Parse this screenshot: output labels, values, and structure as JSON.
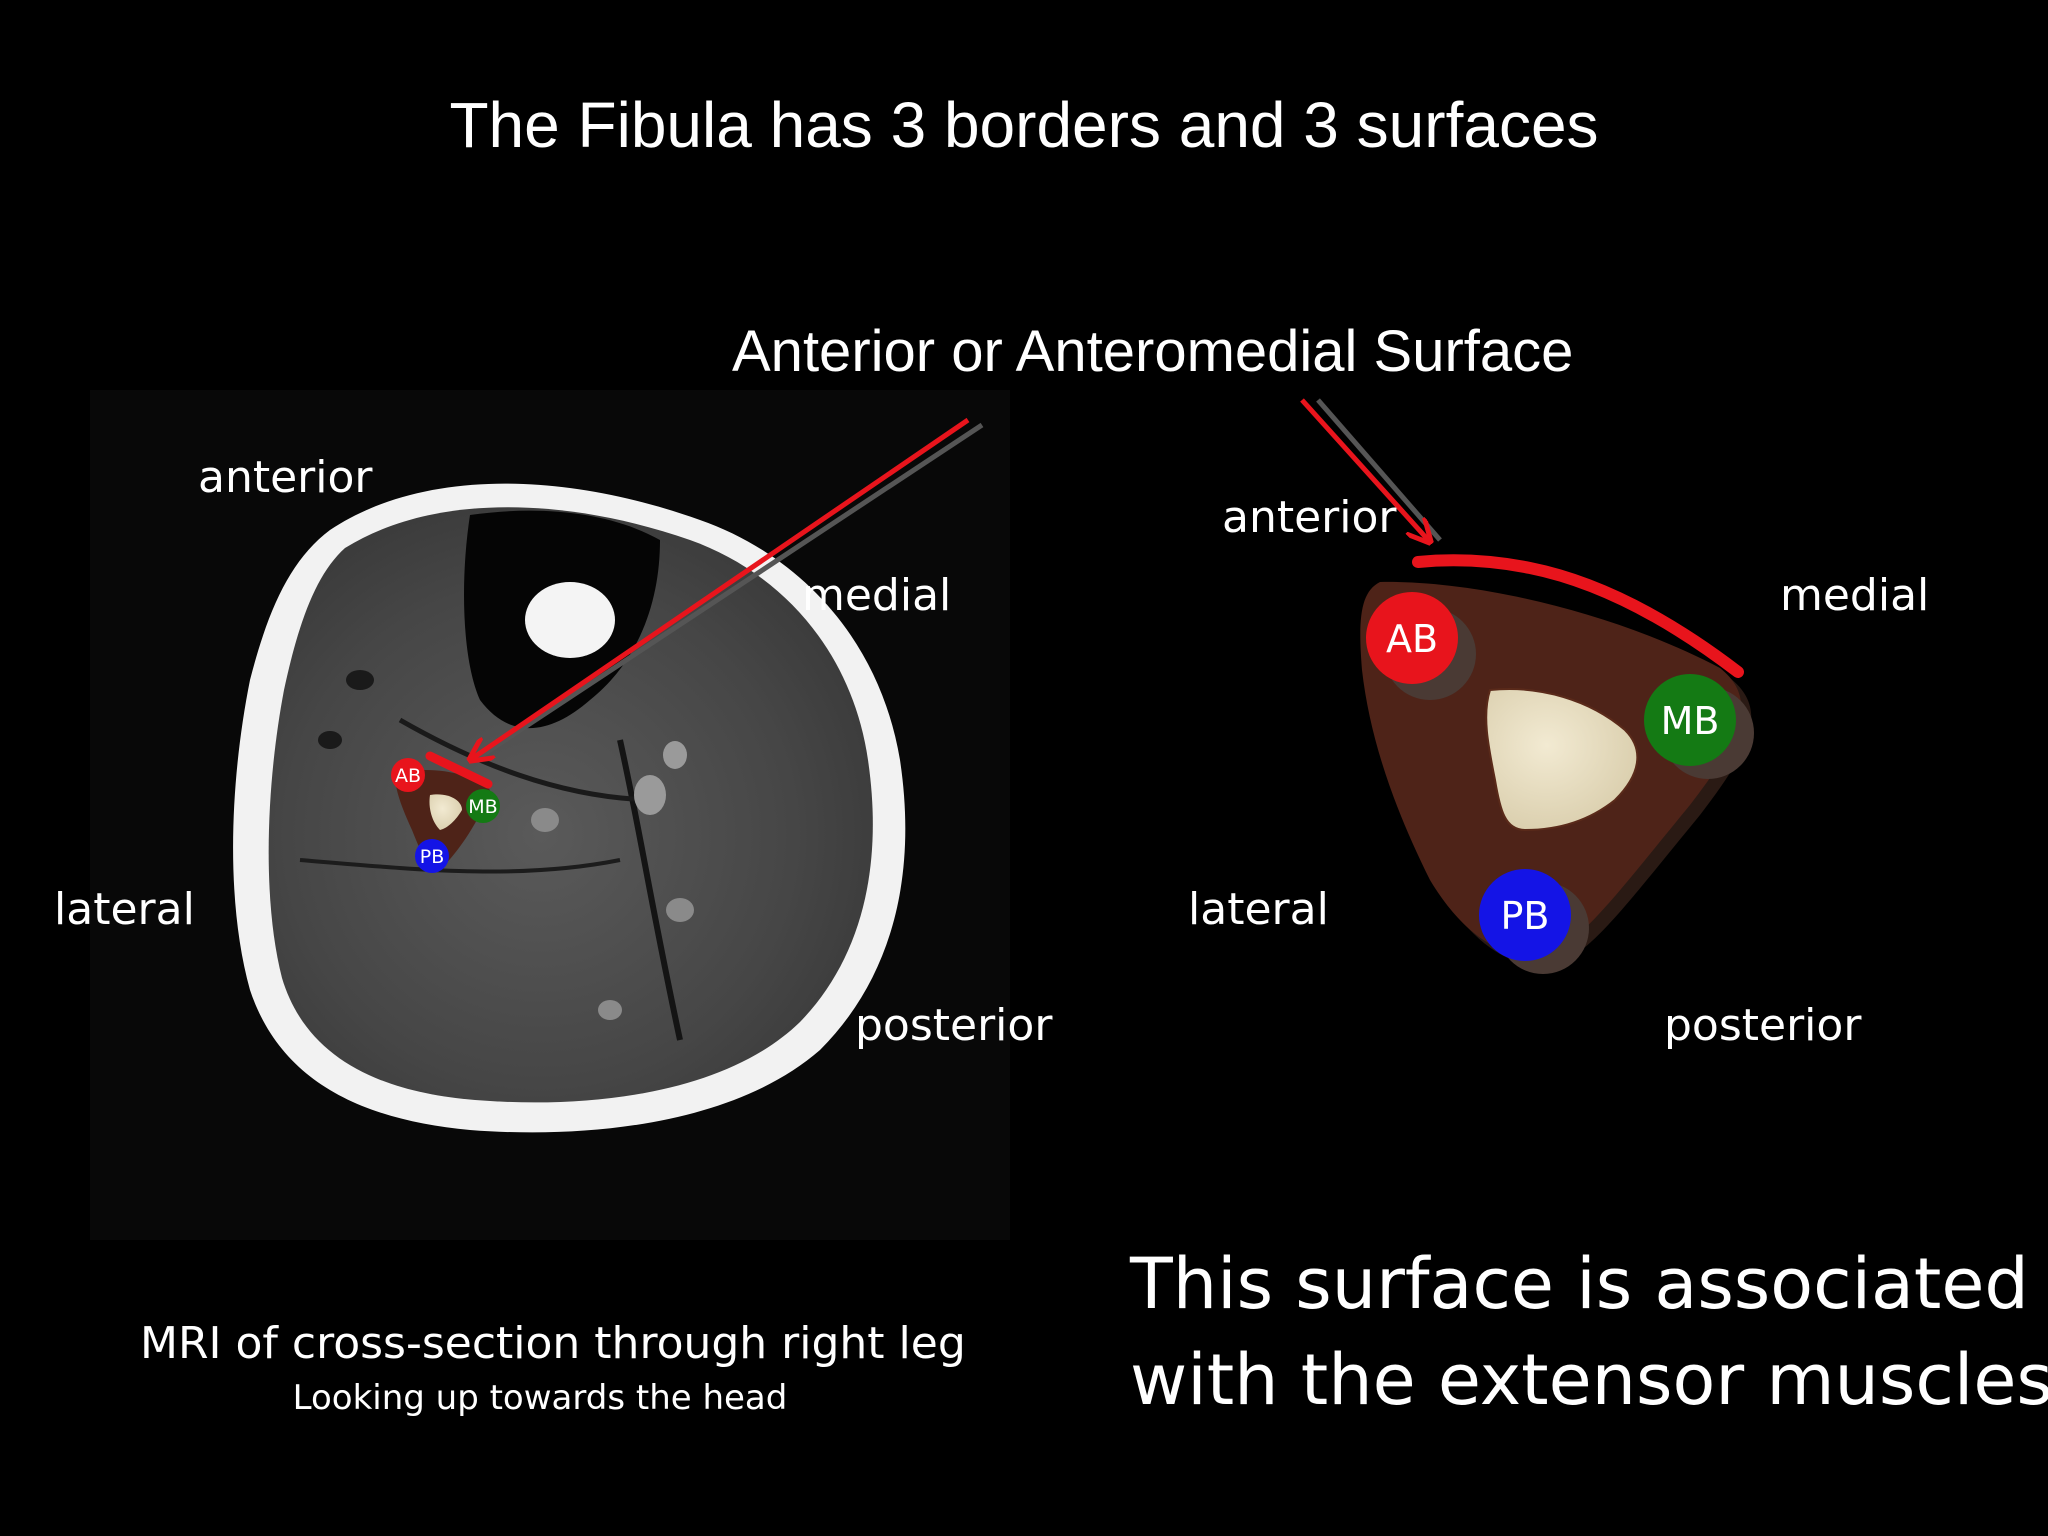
{
  "slide": {
    "title": "The Fibula has 3 borders and 3 surfaces",
    "surface_label": "Anterior or Anteromedial Surface",
    "mri": {
      "orientation": {
        "anterior": "anterior",
        "medial": "medial",
        "lateral": "lateral",
        "posterior": "posterior"
      },
      "caption": "MRI of cross-section through right leg",
      "caption_sub": "Looking up towards the head",
      "markers": {
        "ab": "AB",
        "mb": "MB",
        "pb": "PB"
      }
    },
    "schematic": {
      "orientation": {
        "anterior": "anterior",
        "medial": "medial",
        "lateral": "lateral",
        "posterior": "posterior"
      },
      "markers": {
        "ab": "AB",
        "mb": "MB",
        "pb": "PB"
      }
    },
    "note_line1": "This surface is associated",
    "note_line2": "with the extensor muscles"
  },
  "colors": {
    "background": "#000000",
    "highlight": "#e8141c",
    "anterior_border": "#e8141c",
    "medial_border": "#147a14",
    "posterior_border": "#1414e6",
    "fibula_body": "#4e2318",
    "marrow": "#e6dcc0"
  }
}
